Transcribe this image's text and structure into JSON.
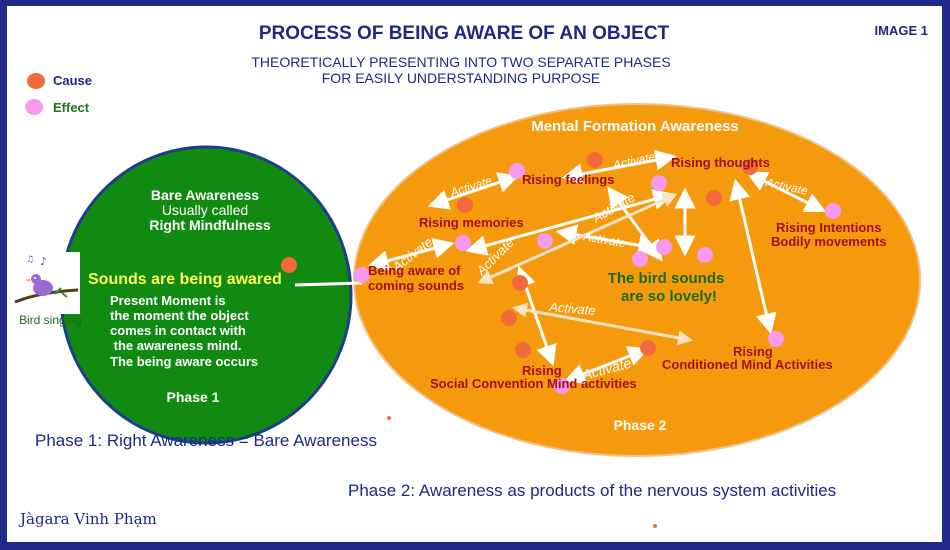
{
  "header": {
    "title": "PROCESS OF BEING AWARE OF AN OBJECT",
    "subtitle_line1": "THEORETICALLY PRESENTING INTO TWO SEPARATE PHASES",
    "subtitle_line2": "FOR EASILY UNDERSTANDING PURPOSE",
    "image_label": "IMAGE 1"
  },
  "legend": {
    "cause": "Cause",
    "effect": "Effect",
    "colors": {
      "cause": "#f26a3a",
      "effect": "#f59af0"
    }
  },
  "bird": {
    "label": "Bird singing"
  },
  "phase1": {
    "line1": "Bare  Awareness",
    "line2": "Usually called",
    "line3": "Right Mindfulness",
    "highlight": "Sounds are being awared",
    "desc1": "Present Moment is",
    "desc2": "the moment the object",
    "desc3": "comes in contact with",
    "desc4": " the awareness mind.",
    "desc5": "The being aware occurs",
    "label": "Phase 1",
    "color": "#118a12"
  },
  "phase2": {
    "title": "Mental Formation Awareness",
    "label": "Phase 2",
    "color": "#f59a0c",
    "nodes": {
      "feelings": "Rising feelings",
      "thoughts": "Rising thoughts",
      "memories": "Rising memories",
      "intentions1": "Rising Intentions",
      "intentions2": "Bodily movements",
      "aware1": "Being aware of",
      "aware2": "coming sounds",
      "bird1": "The bird sounds",
      "bird2": "are so lovely!",
      "conditioned1": "Rising",
      "conditioned2": "Conditioned Mind Activities",
      "social1": "Rising",
      "social2": "Social Convention Mind activities"
    },
    "activate_label": "Activate"
  },
  "captions": {
    "phase1": "Phase 1: Right Awareness = Bare Awareness",
    "phase2": "Phase 2: Awareness as products of the nervous system activities"
  },
  "author": "Jàgara Vinh Phạm"
}
